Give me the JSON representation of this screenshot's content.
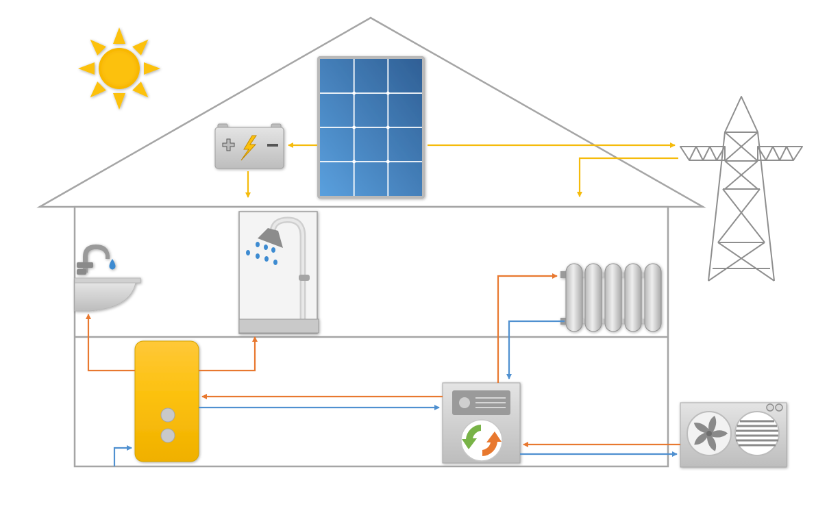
{
  "colors": {
    "hot_water": "#e8782f",
    "cold_water": "#4f90d0",
    "electricity": "#f5bb0b",
    "outline": "#a5a5a5",
    "sun": "#fcc10e",
    "panel": "#3f84c6",
    "tank": "#fcc10e"
  },
  "components": [
    {
      "id": "sun",
      "icon": "sun-icon"
    },
    {
      "id": "solar_panel",
      "icon": "solar-panel-icon"
    },
    {
      "id": "battery",
      "icon": "battery-icon"
    },
    {
      "id": "power_grid",
      "icon": "power-pylon-icon"
    },
    {
      "id": "sink",
      "icon": "sink-faucet-icon"
    },
    {
      "id": "shower",
      "icon": "shower-icon"
    },
    {
      "id": "radiator",
      "icon": "radiator-icon"
    },
    {
      "id": "storage_tank",
      "icon": "hot-water-tank-icon"
    },
    {
      "id": "heat_pump_indoor",
      "icon": "heat-pump-indoor-unit-icon"
    },
    {
      "id": "heat_pump_outdoor",
      "icon": "heat-pump-outdoor-unit-icon"
    }
  ],
  "flows": [
    {
      "from": "solar_panel",
      "to": "battery",
      "medium": "electricity"
    },
    {
      "from": "solar_panel",
      "to": "power_grid",
      "medium": "electricity"
    },
    {
      "from": "power_grid",
      "to": "house",
      "medium": "electricity"
    },
    {
      "from": "battery",
      "to": "house",
      "medium": "electricity"
    },
    {
      "from": "storage_tank",
      "to": "sink",
      "medium": "hot_water"
    },
    {
      "from": "storage_tank",
      "to": "shower",
      "medium": "hot_water"
    },
    {
      "from": "heat_pump_indoor",
      "to": "storage_tank",
      "medium": "hot_water"
    },
    {
      "from": "storage_tank",
      "to": "heat_pump_indoor",
      "medium": "cold_water"
    },
    {
      "from": "heat_pump_indoor",
      "to": "radiator",
      "medium": "hot_water"
    },
    {
      "from": "radiator",
      "to": "heat_pump_indoor",
      "medium": "cold_water"
    },
    {
      "from": "heat_pump_outdoor",
      "to": "heat_pump_indoor",
      "medium": "hot_water"
    },
    {
      "from": "heat_pump_indoor",
      "to": "heat_pump_outdoor",
      "medium": "cold_water"
    },
    {
      "from": "mains",
      "to": "storage_tank",
      "medium": "cold_water"
    }
  ]
}
